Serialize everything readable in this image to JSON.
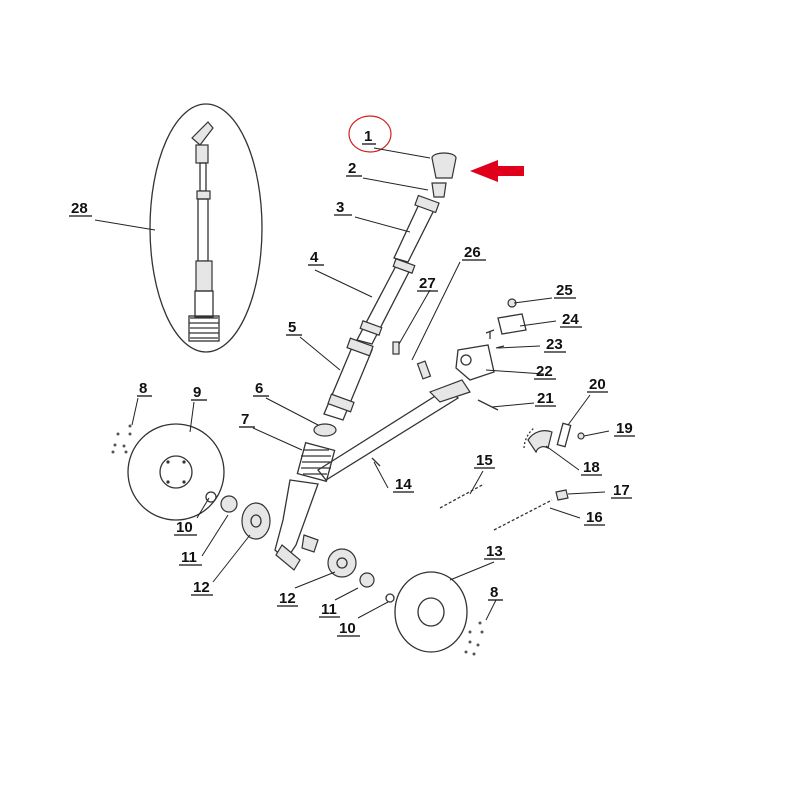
{
  "diagram": {
    "highlight_color": "#e0001b",
    "callout_circle_color": "#d02020",
    "highlighted_part": "1",
    "labels": [
      "1",
      "2",
      "3",
      "4",
      "5",
      "6",
      "7",
      "8",
      "9",
      "10",
      "11",
      "12",
      "12",
      "11",
      "10",
      "13",
      "8",
      "14",
      "15",
      "16",
      "17",
      "18",
      "19",
      "20",
      "21",
      "22",
      "23",
      "24",
      "25",
      "26",
      "27",
      "28"
    ]
  }
}
